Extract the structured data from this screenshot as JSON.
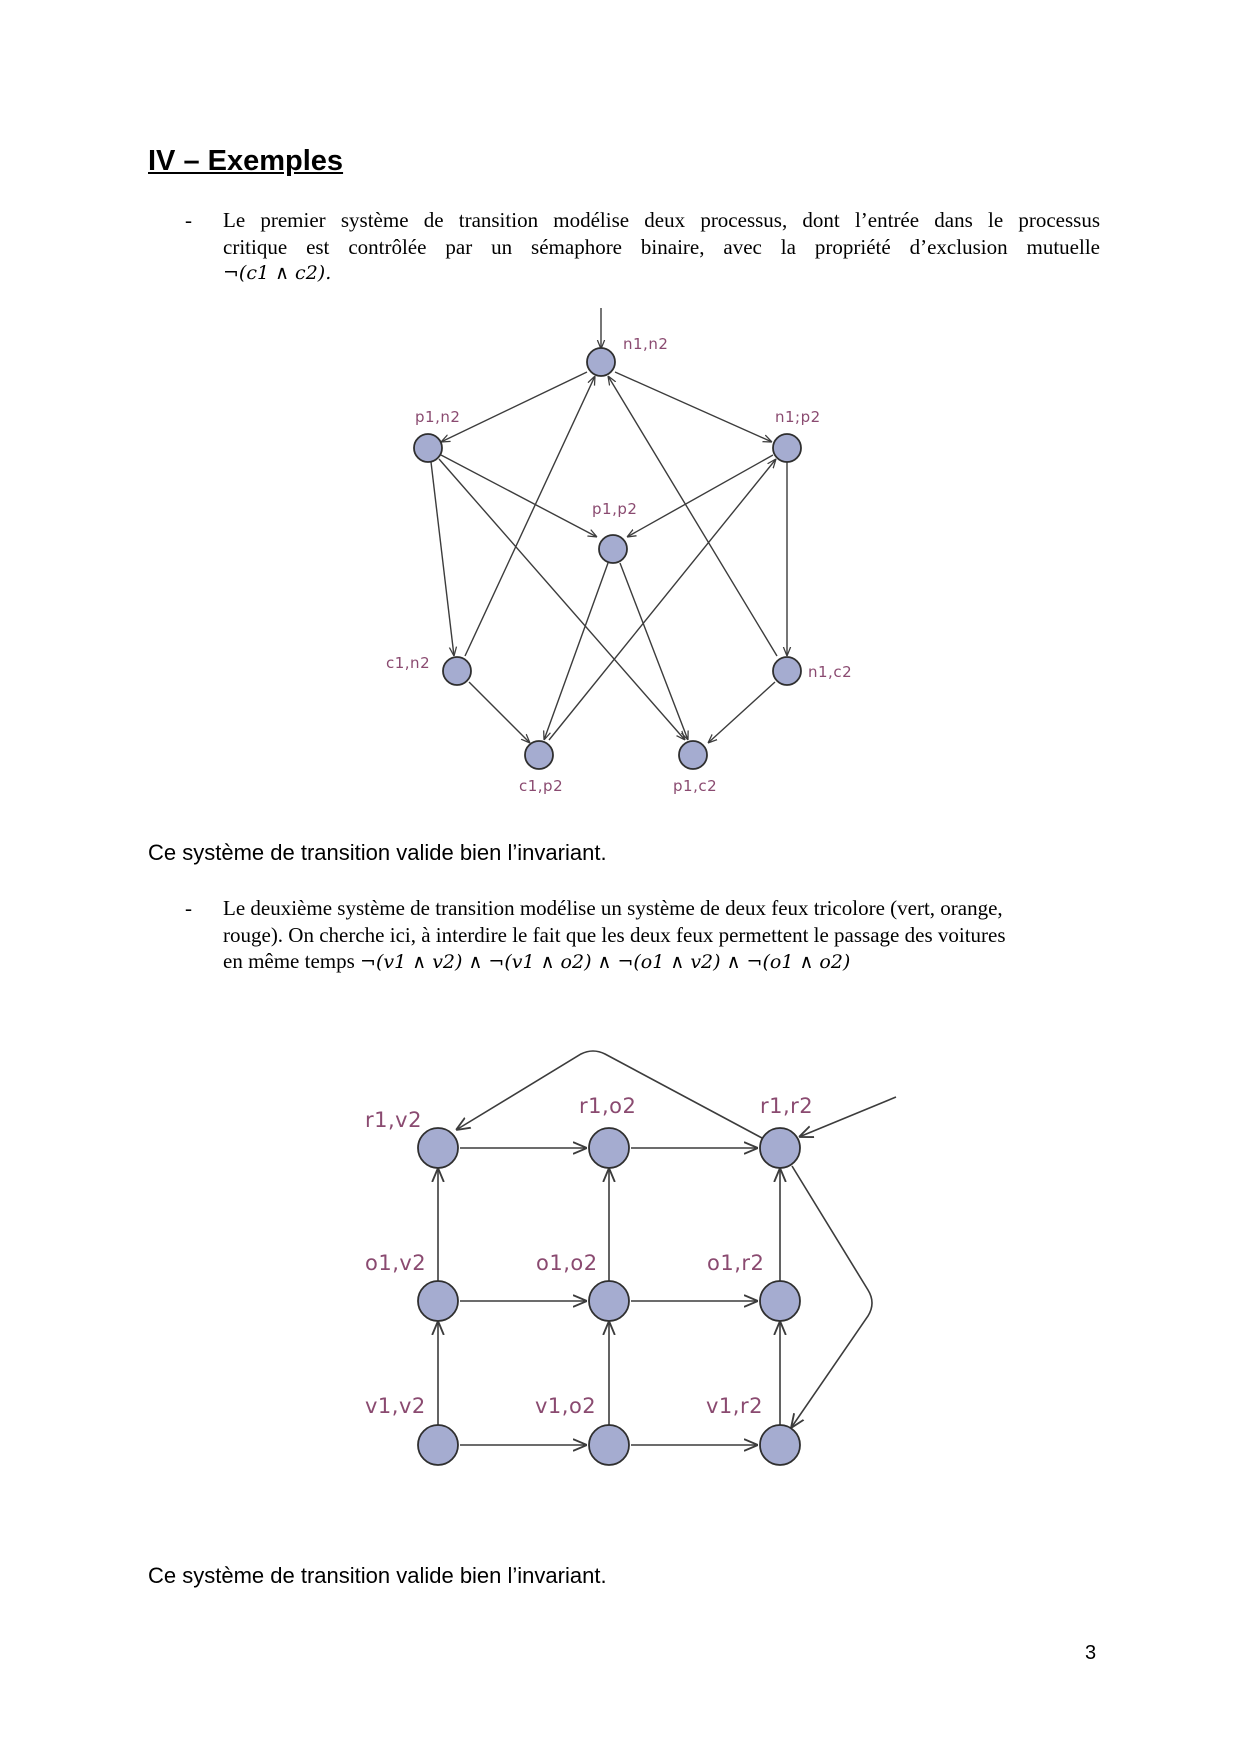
{
  "section_title": "IV – Exemples",
  "bullet1": {
    "dash": "-",
    "line1": "Le premier système de transition modélise deux processus, dont l’entrée dans le processus",
    "line2": "critique est contrôlée par un sémaphore binaire, avec la propriété d’exclusion mutuelle",
    "formula": "¬(c1 ∧ c2)."
  },
  "graph1": {
    "labels": {
      "n1n2": "n1,n2",
      "p1n2": "p1,n2",
      "n1p2": "n1;p2",
      "p1p2": "p1,p2",
      "c1n2": "c1,n2",
      "n1c2": "n1,c2",
      "c1p2": "c1,p2",
      "p1c2": "p1,c2"
    }
  },
  "para1": "Ce système de transition valide bien l’invariant.",
  "bullet2": {
    "dash": "-",
    "line1": "Le deuxième système de transition modélise un système de deux feux tricolore (vert, orange,",
    "line2": "rouge). On cherche ici, à interdire le fait que les deux feux permettent le passage des voitures",
    "line3_prefix": "en même temps",
    "formula": "¬(v1 ∧ v2) ∧ ¬(v1 ∧ o2)  ∧ ¬(o1 ∧ v2)  ∧ ¬(o1 ∧ o2)"
  },
  "graph2": {
    "labels": {
      "r1v2": "r1,v2",
      "r1o2": "r1,o2",
      "r1r2": "r1,r2",
      "o1v2": "o1,v2",
      "o1o2": "o1,o2",
      "o1r2": "o1,r2",
      "v1v2": "v1,v2",
      "v1o2": "v1,o2",
      "v1r2": "v1,r2"
    }
  },
  "para2": "Ce système de transition valide bien l’invariant.",
  "page_number": "3",
  "colors": {
    "node_fill": "#a5acd0",
    "label": "#8a4a70"
  }
}
